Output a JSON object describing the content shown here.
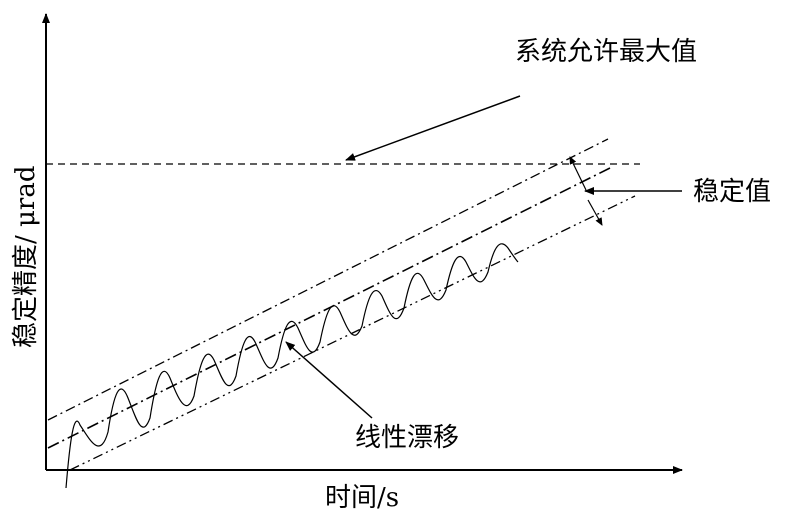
{
  "axes": {
    "x_label": "时间/s",
    "y_label": "稳定精度/ μrad"
  },
  "annotations": {
    "max_value": "系统允许最大值",
    "stable_value": "稳定值",
    "linear_drift": "线性漂移"
  },
  "colors": {
    "ink": "#000000",
    "background": "#ffffff"
  }
}
